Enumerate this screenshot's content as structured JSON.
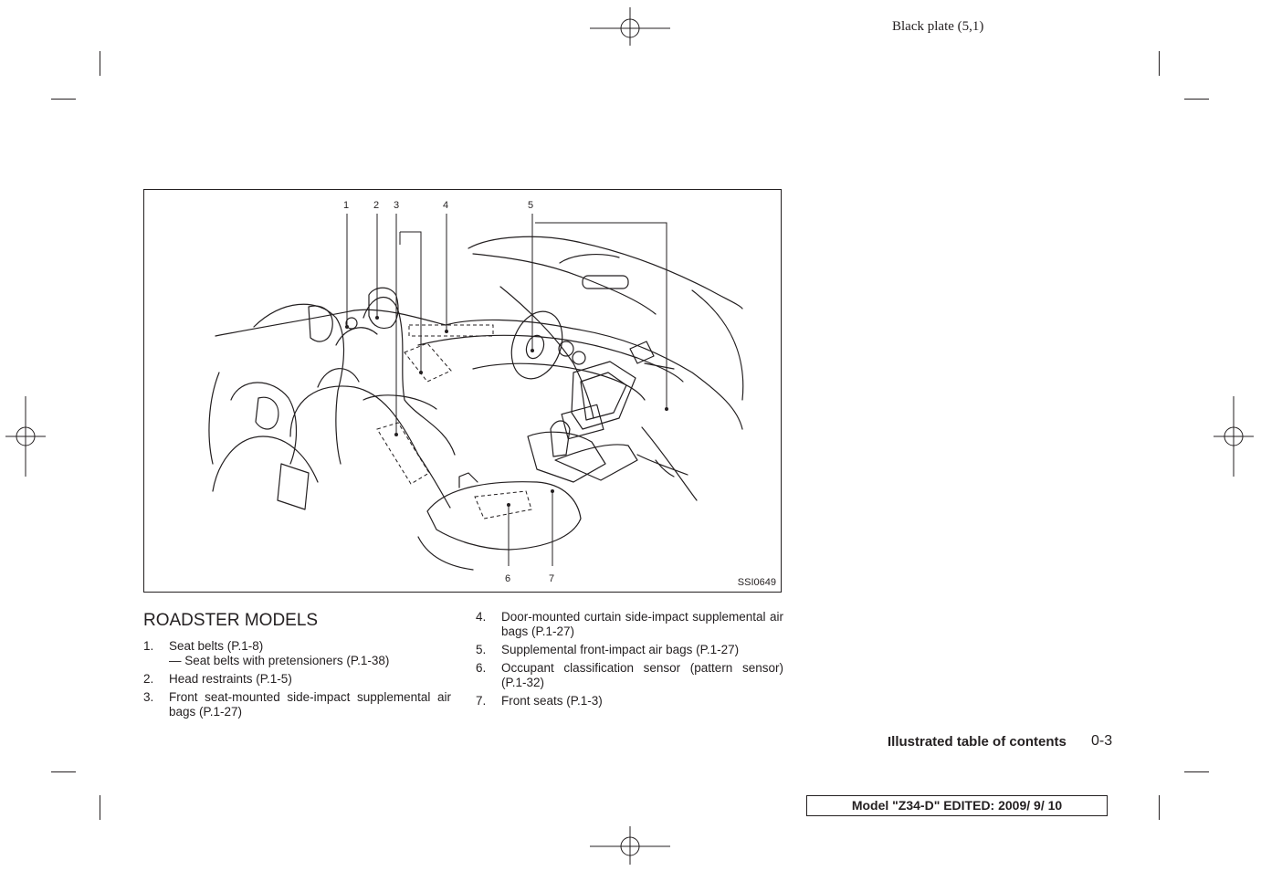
{
  "header": {
    "plate": "Black plate (5,1)"
  },
  "figure": {
    "callouts": [
      "1",
      "2",
      "3",
      "4",
      "5",
      "6",
      "7"
    ],
    "code": "SSI0649"
  },
  "section": {
    "title": "ROADSTER MODELS"
  },
  "items": [
    {
      "num": "1.",
      "text": "Seat belts (P.1-8)",
      "sub": "— Seat belts with pretensioners (P.1-38)"
    },
    {
      "num": "2.",
      "text": "Head restraints (P.1-5)"
    },
    {
      "num": "3.",
      "text": "Front seat-mounted side-impact supplemental air bags (P.1-27)"
    },
    {
      "num": "4.",
      "text": "Door-mounted curtain side-impact supplemental air bags (P.1-27)"
    },
    {
      "num": "5.",
      "text": "Supplemental front-impact air bags (P.1-27)"
    },
    {
      "num": "6.",
      "text": "Occupant classification sensor (pattern sensor) (P.1-32)"
    },
    {
      "num": "7.",
      "text": "Front seats (P.1-3)"
    }
  ],
  "footer": {
    "title": "Illustrated table of contents",
    "page": "0-3",
    "model": "Model \"Z34-D\"  EDITED:  2009/ 9/ 10"
  }
}
